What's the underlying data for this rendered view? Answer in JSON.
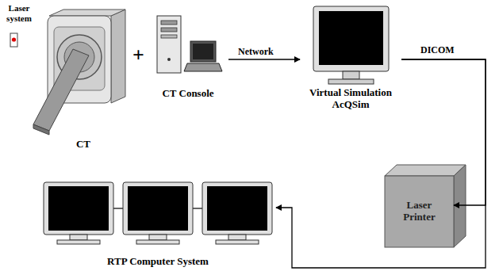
{
  "diagram": {
    "nodes": [
      {
        "text": [
          "Laser system"
        ]
      },
      {
        "text": [
          "CT"
        ]
      },
      {
        "text": [
          "CT Console"
        ]
      },
      {
        "text": [
          "Virtual Simulation AcQSim"
        ]
      },
      {
        "text": [
          "Laser Printer"
        ]
      },
      {
        "text": [
          "RTP Computer System"
        ]
      }
    ],
    "edges": [
      {
        "from": 2,
        "to": 3,
        "label": "Network",
        "arrow": "to"
      },
      {
        "from": 3,
        "to": 4,
        "label": "DICOM",
        "arrow": "to"
      },
      {
        "from": 3,
        "to": 5,
        "arrow": "to"
      }
    ],
    "labels": [
      "+"
    ]
  }
}
